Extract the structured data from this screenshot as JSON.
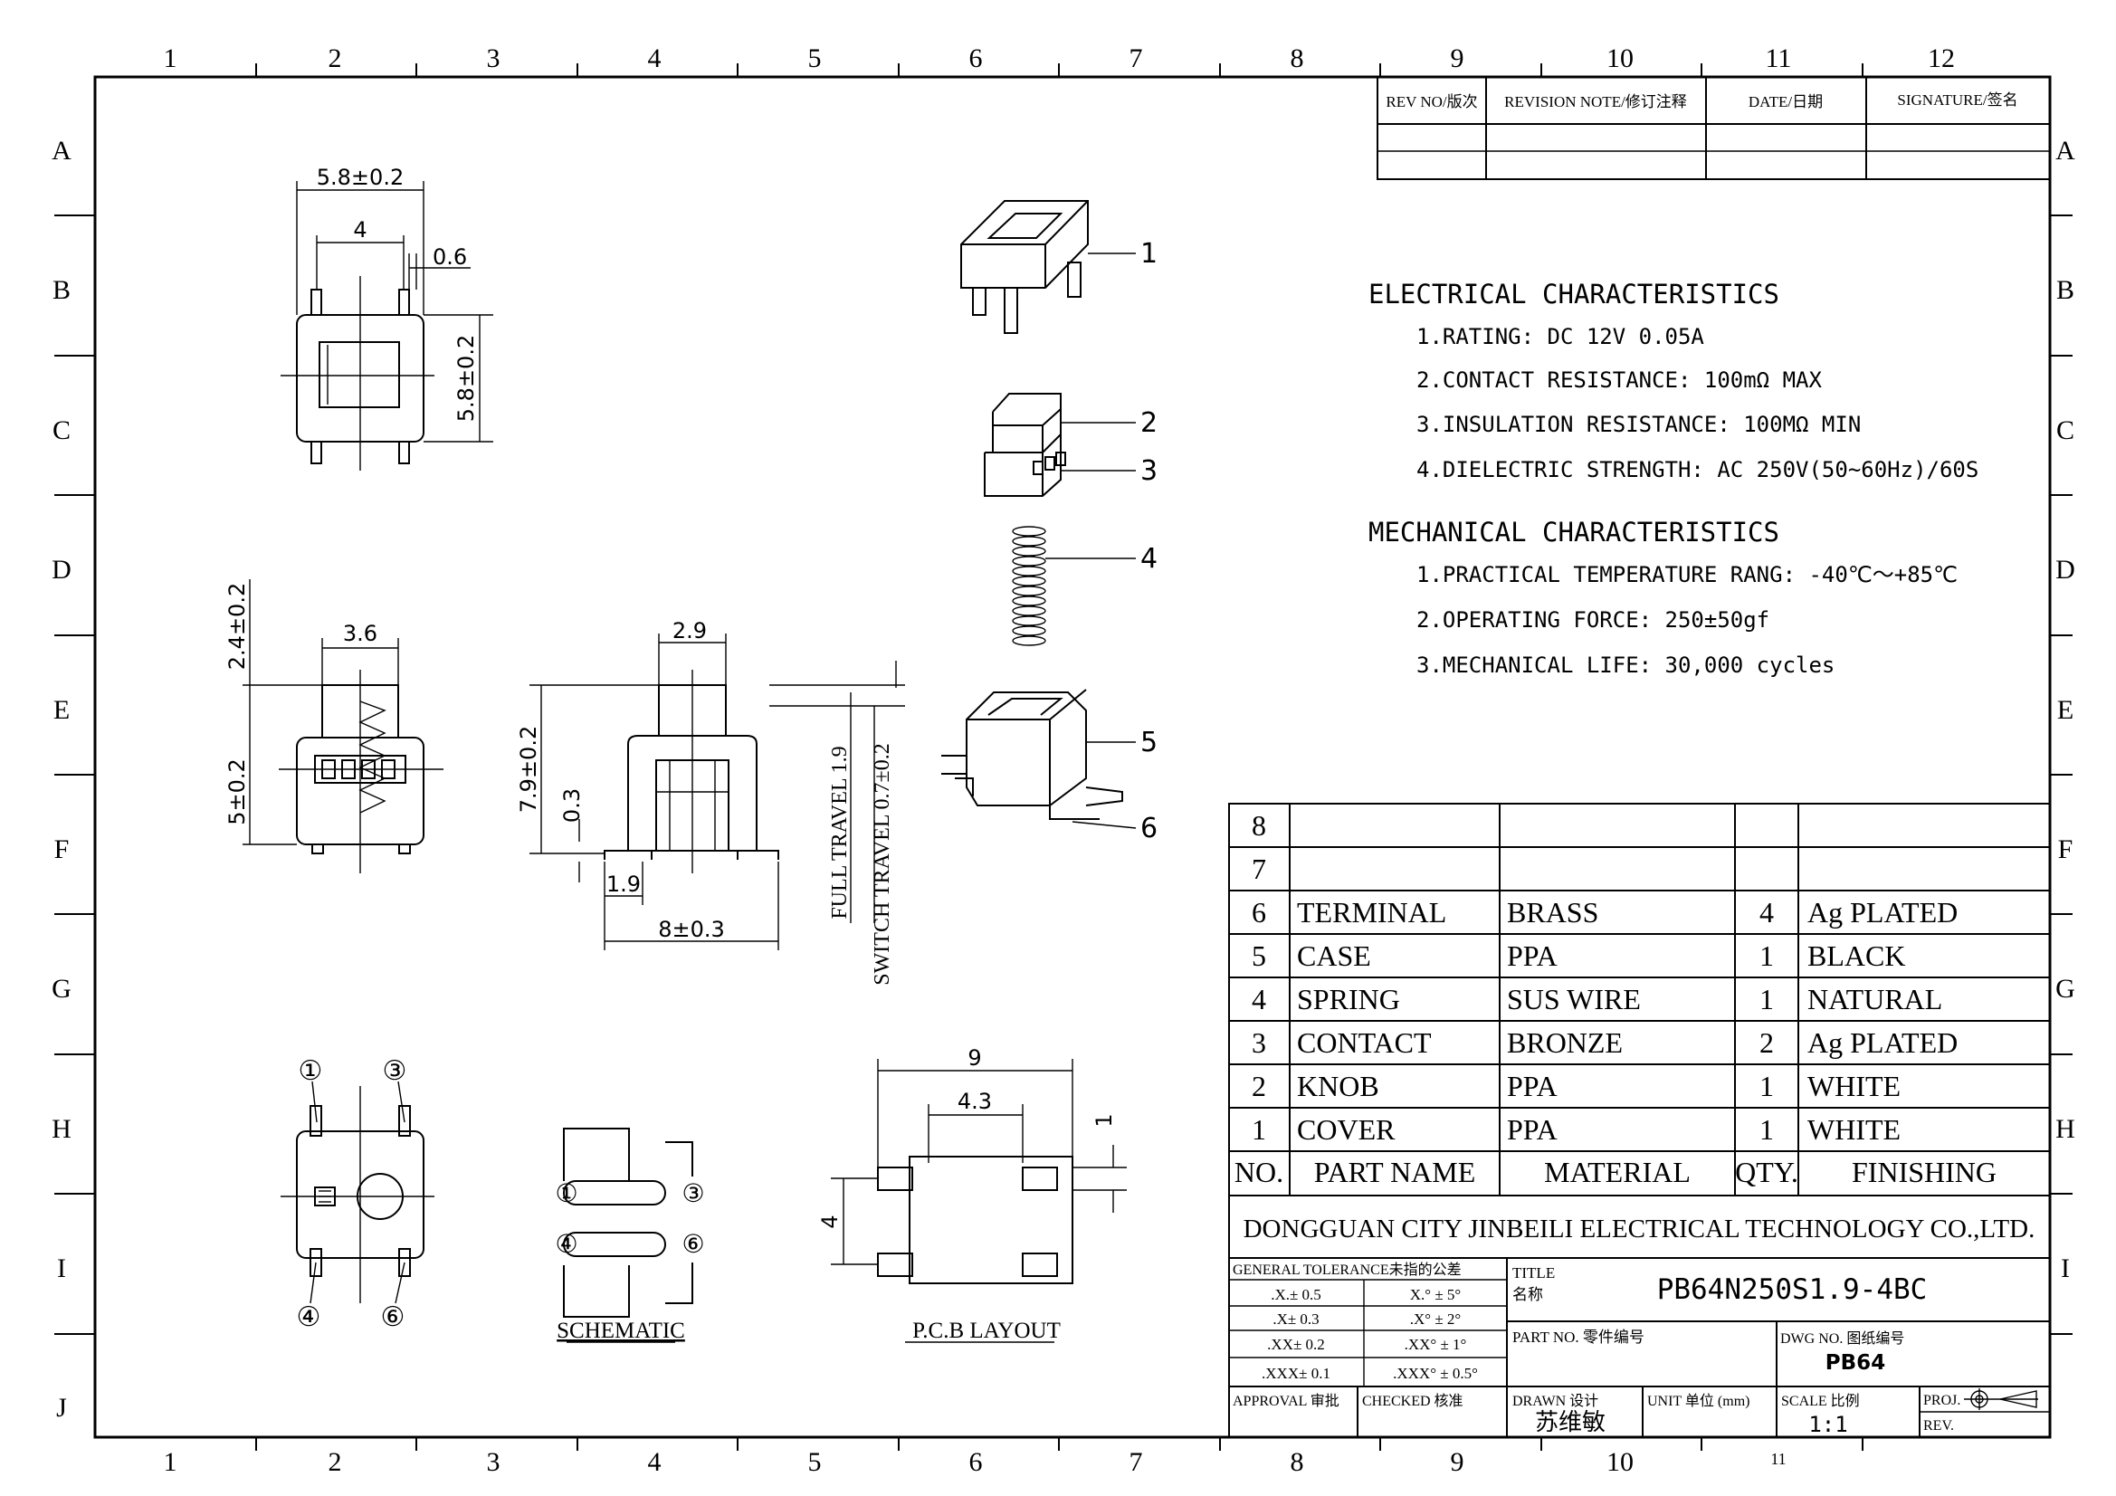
{
  "grid": {
    "cols": [
      "1",
      "2",
      "3",
      "4",
      "5",
      "6",
      "7",
      "8",
      "9",
      "10",
      "11",
      "12"
    ],
    "rows": [
      "A",
      "B",
      "C",
      "D",
      "E",
      "F",
      "G",
      "H",
      "I",
      "J"
    ],
    "bottom_cols": [
      "1",
      "2",
      "3",
      "4",
      "5",
      "6",
      "7",
      "8",
      "9",
      "10",
      "11"
    ]
  },
  "revision_table": {
    "headers": [
      "REV NO/版次",
      "REVISION NOTE/修订注释",
      "DATE/日期",
      "SIGNATURE/签名"
    ]
  },
  "electrical": {
    "title": "ELECTRICAL CHARACTERISTICS",
    "items": [
      "1.RATING: DC 12V 0.05A",
      "2.CONTACT RESISTANCE: 100mΩ MAX",
      "3.INSULATION RESISTANCE: 100MΩ MIN",
      "4.DIELECTRIC STRENGTH: AC 250V(50~60Hz)/60S"
    ]
  },
  "mechanical": {
    "title": "MECHANICAL CHARACTERISTICS",
    "items": [
      "1.PRACTICAL TEMPERATURE RANG: -40℃～+85℃",
      "2.OPERATING FORCE: 250±50gf",
      "3.MECHANICAL LIFE: 30,000 cycles"
    ]
  },
  "bom": {
    "headers": [
      "NO.",
      "PART NAME",
      "MATERIAL",
      "QTY.",
      "FINISHING"
    ],
    "rows": [
      [
        "8",
        "",
        "",
        "",
        ""
      ],
      [
        "7",
        "",
        "",
        "",
        ""
      ],
      [
        "6",
        "TERMINAL",
        "BRASS",
        "4",
        "Ag PLATED"
      ],
      [
        "5",
        "CASE",
        "PPA",
        "1",
        "BLACK"
      ],
      [
        "4",
        "SPRING",
        "SUS WIRE",
        "1",
        "NATURAL"
      ],
      [
        "3",
        "CONTACT",
        "BRONZE",
        "2",
        "Ag PLATED"
      ],
      [
        "2",
        "KNOB",
        "PPA",
        "1",
        "WHITE"
      ],
      [
        "1",
        "COVER",
        "PPA",
        "1",
        "WHITE"
      ]
    ]
  },
  "title_block": {
    "company": "DONGGUAN CITY JINBEILI ELECTRICAL TECHNOLOGY CO.,LTD.",
    "tolerance_header": "GENERAL TOLERANCE未指的公差",
    "tolerances": [
      [
        ".X.± 0.5",
        "X.° ± 5°"
      ],
      [
        ".X± 0.3",
        ".X° ± 2°"
      ],
      [
        ".XX± 0.2",
        ".XX° ± 1°"
      ],
      [
        ".XXX± 0.1",
        ".XXX° ± 0.5°"
      ]
    ],
    "title_label": "TITLE",
    "title_label_cn": "名称",
    "title_value": "PB64N250S1.9-4BC",
    "part_no_label": "PART NO. 零件编号",
    "dwg_no_label": "DWG NO. 图纸编号",
    "dwg_no_value": "PB64",
    "approval_label": "APPROVAL 审批",
    "checked_label": "CHECKED 核准",
    "drawn_label": "DRAWN 设计",
    "drawn_value": "苏维敏",
    "unit_label": "UNIT 单位 (mm)",
    "scale_label": "SCALE 比例",
    "scale_value": "1:1",
    "proj_label": "PROJ.",
    "rev_label": "REV."
  },
  "dimensions": {
    "top_width": "5.8±0.2",
    "top_inner": "4",
    "top_pin": "0.6",
    "top_height": "5.8±0.2",
    "side_width": "3.6",
    "side_top": "2.4±0.2",
    "side_body": "5±0.2",
    "front_knob": "2.9",
    "front_height": "7.9±0.2",
    "front_small": "0.3",
    "front_pin": "1.9",
    "front_width": "8±0.3",
    "full_travel": "FULL TRAVEL 1.9",
    "switch_travel": "SWITCH TRAVEL 0.7±0.2",
    "pcb_width": "9",
    "pcb_inner": "4.3",
    "pcb_pad": "1",
    "pcb_height": "4"
  },
  "views": {
    "schematic_label": "SCHEMATIC",
    "pcb_label": "P.C.B LAYOUT",
    "pin1": "①",
    "pin3": "③",
    "pin4": "④",
    "pin6": "⑥"
  },
  "parts": [
    "1",
    "2",
    "3",
    "4",
    "5",
    "6"
  ]
}
